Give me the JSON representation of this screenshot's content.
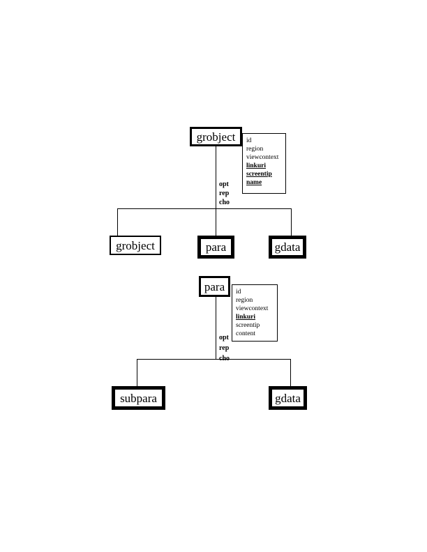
{
  "page": {
    "background": "#ffffff",
    "ink": "#000000"
  },
  "diagrams": [
    {
      "id": "grobject-tree",
      "root_label": "grobject",
      "attributes": [
        {
          "text": "id",
          "underlined": false
        },
        {
          "text": "region",
          "underlined": false
        },
        {
          "text": "viewcontext",
          "underlined": false
        },
        {
          "text": "linkuri",
          "underlined": true
        },
        {
          "text": "screentip",
          "underlined": true
        },
        {
          "text": "name",
          "underlined": true
        }
      ],
      "edge_labels": [
        "opt",
        "rep",
        "cho"
      ],
      "children": [
        {
          "label": "grobject",
          "border": "thin"
        },
        {
          "label": "para",
          "border": "thick"
        },
        {
          "label": "gdata",
          "border": "thick"
        }
      ]
    },
    {
      "id": "para-tree",
      "root_label": "para",
      "attributes": [
        {
          "text": "id",
          "underlined": false
        },
        {
          "text": "region",
          "underlined": false
        },
        {
          "text": "viewcontext",
          "underlined": false
        },
        {
          "text": "linkuri",
          "underlined": true
        },
        {
          "text": "screentip",
          "underlined": false
        },
        {
          "text": "content",
          "underlined": false
        }
      ],
      "edge_labels": [
        "opt",
        "rep",
        "cho"
      ],
      "children": [
        {
          "label": "subpara",
          "border": "thick"
        },
        {
          "label": "gdata",
          "border": "thick"
        }
      ]
    }
  ]
}
